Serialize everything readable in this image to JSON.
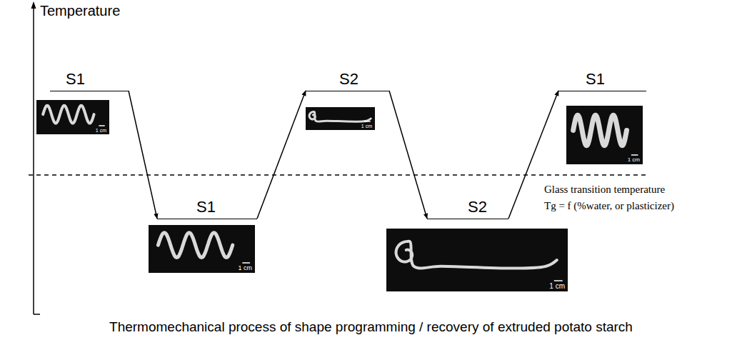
{
  "diagram": {
    "caption": "Thermomechanical process of shape programming / recovery of extruded potato starch",
    "nodes": [
      {
        "text": [
          "S1",
          "1 cm"
        ]
      },
      {
        "text": [
          "S1",
          "1 cm"
        ]
      },
      {
        "text": [
          "S2",
          "1 cm"
        ]
      },
      {
        "text": [
          "S2",
          "1 cm"
        ]
      },
      {
        "text": [
          "S1",
          "1 cm"
        ]
      }
    ],
    "edges": [
      {
        "from": 0,
        "to": 1,
        "arrow": "to"
      },
      {
        "from": 1,
        "to": 2,
        "arrow": "to"
      },
      {
        "from": 2,
        "to": 3,
        "arrow": "to"
      },
      {
        "from": 3,
        "to": 4,
        "arrow": "to"
      }
    ],
    "labels": [
      "Temperature",
      "Glass transition temperature",
      "Tg = f (%water, or plasticizer)"
    ]
  }
}
